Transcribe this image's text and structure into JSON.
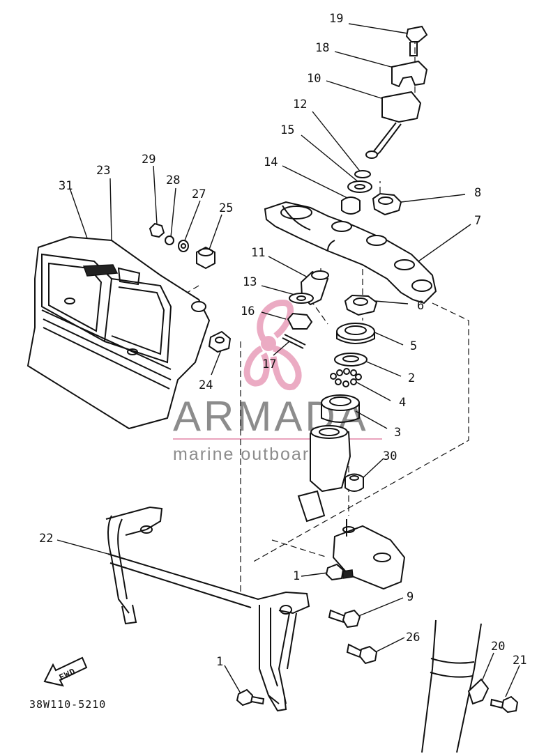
{
  "diagram": {
    "part_code": "38W110-5210",
    "direction_label": "FWD",
    "callouts": {
      "c19": "19",
      "c18": "18",
      "c10": "10",
      "c12": "12",
      "c15": "15",
      "c14": "14",
      "c8": "8",
      "c7": "7",
      "c29": "29",
      "c28": "28",
      "c27": "27",
      "c25": "25",
      "c23": "23",
      "c31": "31",
      "c11": "11",
      "c13": "13",
      "c16": "16",
      "c17": "17",
      "c6": "6",
      "c5": "5",
      "c24": "24",
      "c2": "2",
      "c4": "4",
      "c3": "3",
      "c30": "30",
      "c22": "22",
      "c1a": "1",
      "c9": "9",
      "c26": "26",
      "c20": "20",
      "c21": "21",
      "c1b": "1"
    }
  },
  "watermark": {
    "brand": "ARMADA",
    "tagline": "marine outboards",
    "accent_color": "#e9a3bd"
  }
}
